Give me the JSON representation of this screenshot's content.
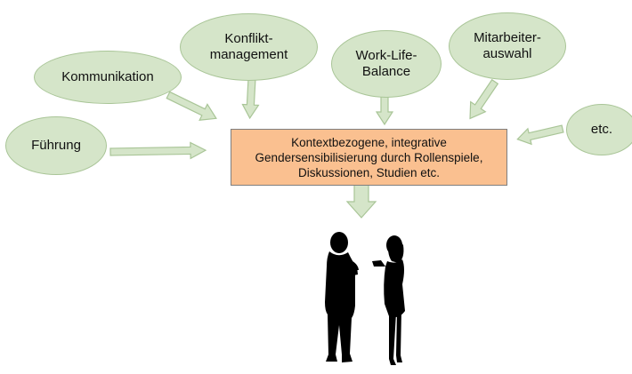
{
  "nodes": {
    "kommunikation": "Kommunikation",
    "konfliktmanagement": "Konflikt-\nmanagement",
    "work_life_balance": "Work-Life-\nBalance",
    "mitarbeiterauswahl": "Mitarbeiter-\nauswahl",
    "fuehrung": "Führung",
    "etc": "etc."
  },
  "center": "Kontextbezogene, integrative\nGendersensibilisierung durch Rollenspiele,\nDiskussionen, Studien etc.",
  "colors": {
    "bubble_fill": "#d5e5c9",
    "bubble_border": "#a9c597",
    "center_fill": "#fac090",
    "silhouette": "#000000"
  },
  "illustration": "two-people-talking-silhouette"
}
